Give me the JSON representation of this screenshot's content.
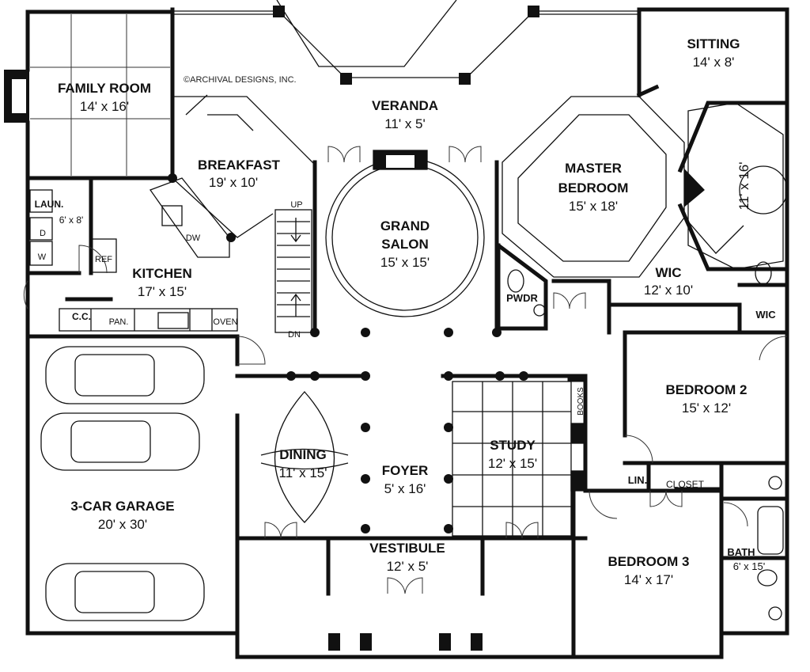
{
  "copyright": "©ARCHIVAL DESIGNS, INC.",
  "rooms": {
    "family_room": {
      "name": "FAMILY ROOM",
      "size": "14' x 16'"
    },
    "veranda": {
      "name": "VERANDA",
      "size": "11' x 5'"
    },
    "sitting": {
      "name": "SITTING",
      "size": "14' x 8'"
    },
    "breakfast": {
      "name": "BREAKFAST",
      "size": "19' x 10'"
    },
    "master_bedroom": {
      "name": "MASTER",
      "name2": "BEDROOM",
      "size": "15' x 18'"
    },
    "master_bath": {
      "size": "11' x 16'"
    },
    "laundry": {
      "name": "LAUN.",
      "size": "6' x 8'"
    },
    "grand_salon": {
      "name": "GRAND",
      "name2": "SALON",
      "size": "15' x 15'"
    },
    "kitchen": {
      "name": "KITCHEN",
      "size": "17' x 15'"
    },
    "master_wic": {
      "name": "WIC",
      "size": "12' x 10'"
    },
    "powder": {
      "name": "PWDR"
    },
    "wic2": {
      "name": "WIC"
    },
    "bedroom2": {
      "name": "BEDROOM 2",
      "size": "15' x 12'"
    },
    "garage": {
      "name": "3-CAR GARAGE",
      "size": "20' x 30'"
    },
    "dining": {
      "name": "DINING",
      "size": "11' x 15'"
    },
    "foyer": {
      "name": "FOYER",
      "size": "5' x 16'"
    },
    "study": {
      "name": "STUDY",
      "size": "12' x 15'"
    },
    "vestibule": {
      "name": "VESTIBULE",
      "size": "12' x 5'"
    },
    "bedroom3": {
      "name": "BEDROOM 3",
      "size": "14' x 17'"
    },
    "bath": {
      "name": "BATH",
      "size": "6' x 15'"
    }
  },
  "fixtures": {
    "dryer": "D",
    "washer": "W",
    "ref": "REF",
    "dw": "DW",
    "cc": "C.C.",
    "pantry": "PAN.",
    "oven": "OVEN",
    "up": "UP",
    "dn": "DN",
    "linen": "LIN.",
    "closet": "CLOSET",
    "books": "BOOKS"
  }
}
